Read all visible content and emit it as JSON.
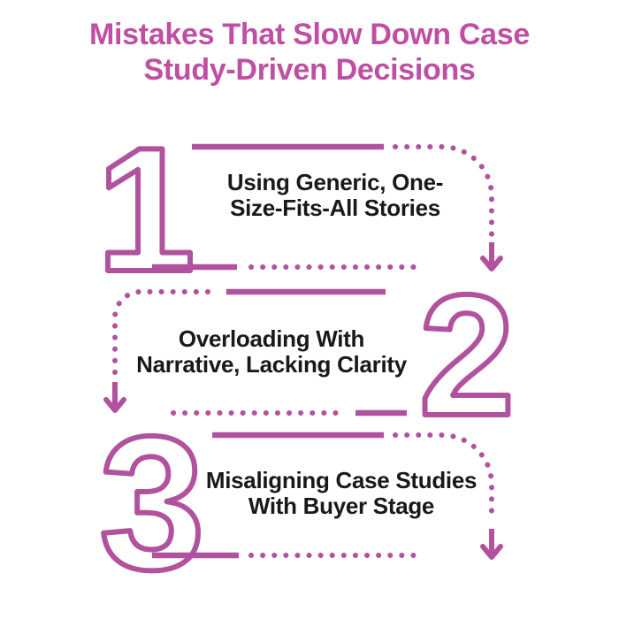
{
  "colors": {
    "accent_color": "#b1529e",
    "title_color": "#bf4fa3",
    "text_color": "#191919",
    "background_color": "#ffffff"
  },
  "title": {
    "text": "Mistakes That Slow Down Case Study-Driven Decisions",
    "lines": [
      "Mistakes That Slow Down Case",
      "Study-Driven Decisions"
    ]
  },
  "sections": [
    {
      "number": "1",
      "label": "Using Generic, One-Size-Fits-All Stories",
      "lines": [
        "Using Generic, One-",
        "Size-Fits-All Stories"
      ]
    },
    {
      "number": "2",
      "label": "Overloading With Narrative, Lacking Clarity",
      "lines": [
        "Overloading With",
        "Narrative, Lacking Clarity"
      ]
    },
    {
      "number": "3",
      "label": "Misaligning Case Studies With Buyer Stage",
      "lines": [
        "Misaligning Case Studies",
        "With Buyer Stage"
      ]
    }
  ],
  "icons": {
    "arrow_down": "▼"
  }
}
